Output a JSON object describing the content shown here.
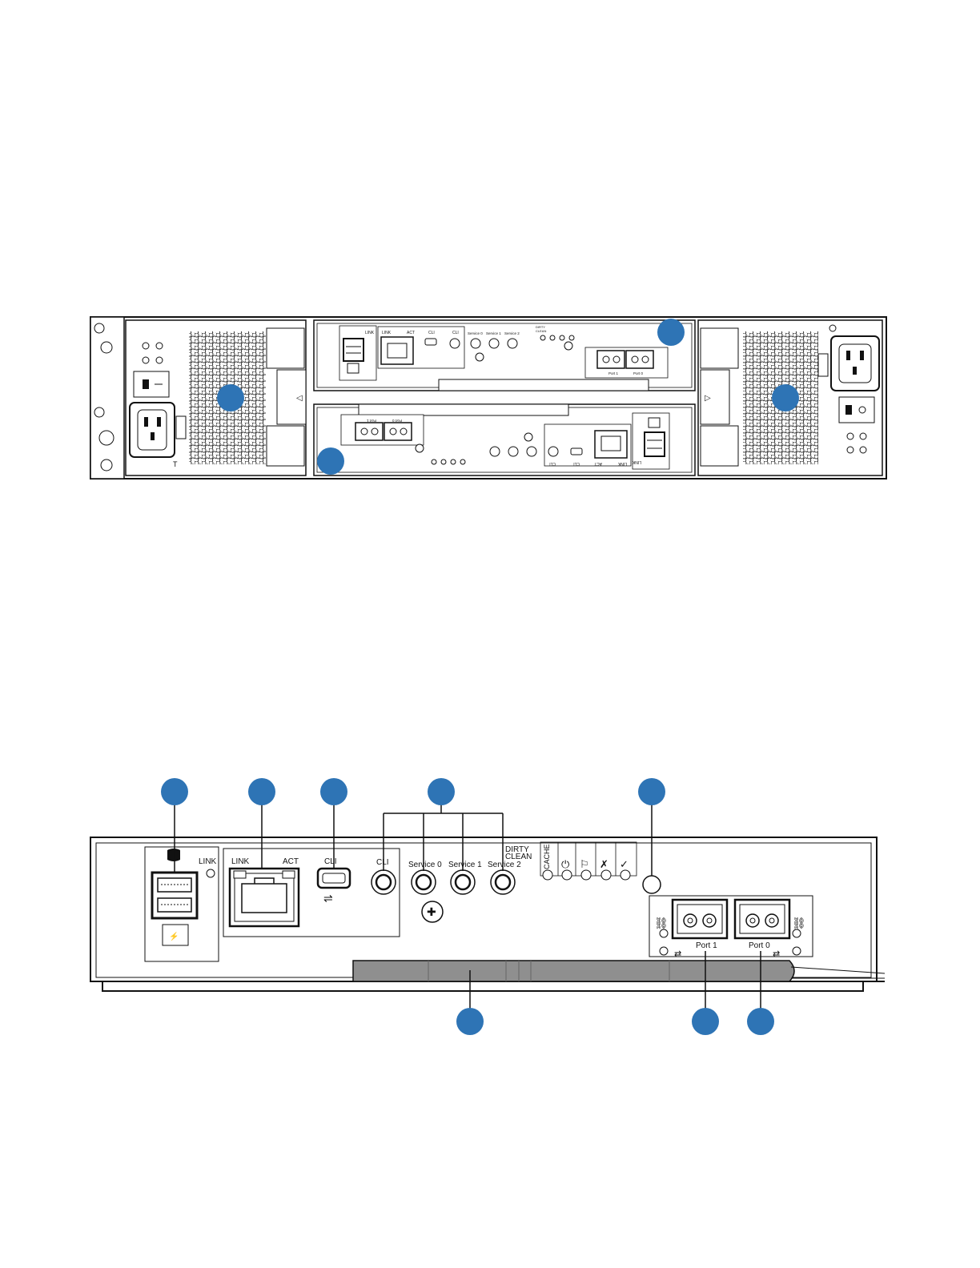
{
  "top_view": {
    "controller_a": {
      "sas_link": "LINK",
      "eth_link": "LINK",
      "eth_act": "ACT",
      "cli_a": "CLI",
      "cli_b": "CLI",
      "service0": "Service 0",
      "service1": "Service 1",
      "service2": "Service 2",
      "dirty": "DIRTY",
      "clean": "CLEAN",
      "port1": "Port 1",
      "port0": "Port 0"
    },
    "controller_b": {
      "port1": "Port 1",
      "port0": "Port 0",
      "cli_a": "CLI",
      "cli_b": "CLI",
      "eth_act": "ACT",
      "eth_link": "LINK",
      "sas_link": "LINK"
    }
  },
  "detail_view": {
    "sas_link": "LINK",
    "eth_link": "LINK",
    "eth_act": "ACT",
    "cli_usb": "CLI",
    "cli": "CLI",
    "service0": "Service 0",
    "service1": "Service 1",
    "service2": "Service 2",
    "dirty": "DIRTY",
    "clean": "CLEAN",
    "cache": "CACHE",
    "port1": "Port 1",
    "port0": "Port 0"
  },
  "colors": {
    "callout": "#2e74b5",
    "line": "#111111",
    "latch": "#8f8f8f"
  }
}
